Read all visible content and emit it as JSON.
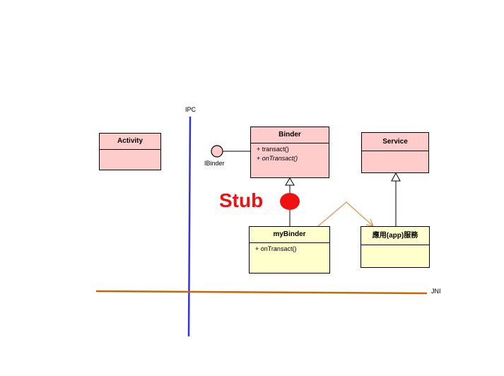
{
  "labels": {
    "ipc": "IPC",
    "jni": "JNI",
    "ibinder": "IBinder",
    "stub": "Stub"
  },
  "classes": {
    "activity": {
      "name": "Activity"
    },
    "binder": {
      "name": "Binder",
      "ops": [
        "+ transact()",
        "+ onTransact()"
      ]
    },
    "service": {
      "name": "Service"
    },
    "mybinder": {
      "name": "myBinder",
      "ops": [
        "+ onTransact()"
      ]
    },
    "app_service": {
      "name": "應用(app)服務"
    }
  },
  "colors": {
    "ipc_line": "#3333dd",
    "jni_line": "#cc6600",
    "stub_dot": "#ee1111",
    "class_pink": "#ffcccc",
    "class_yellow": "#ffffcc",
    "arrow_orange": "#dd9955"
  }
}
